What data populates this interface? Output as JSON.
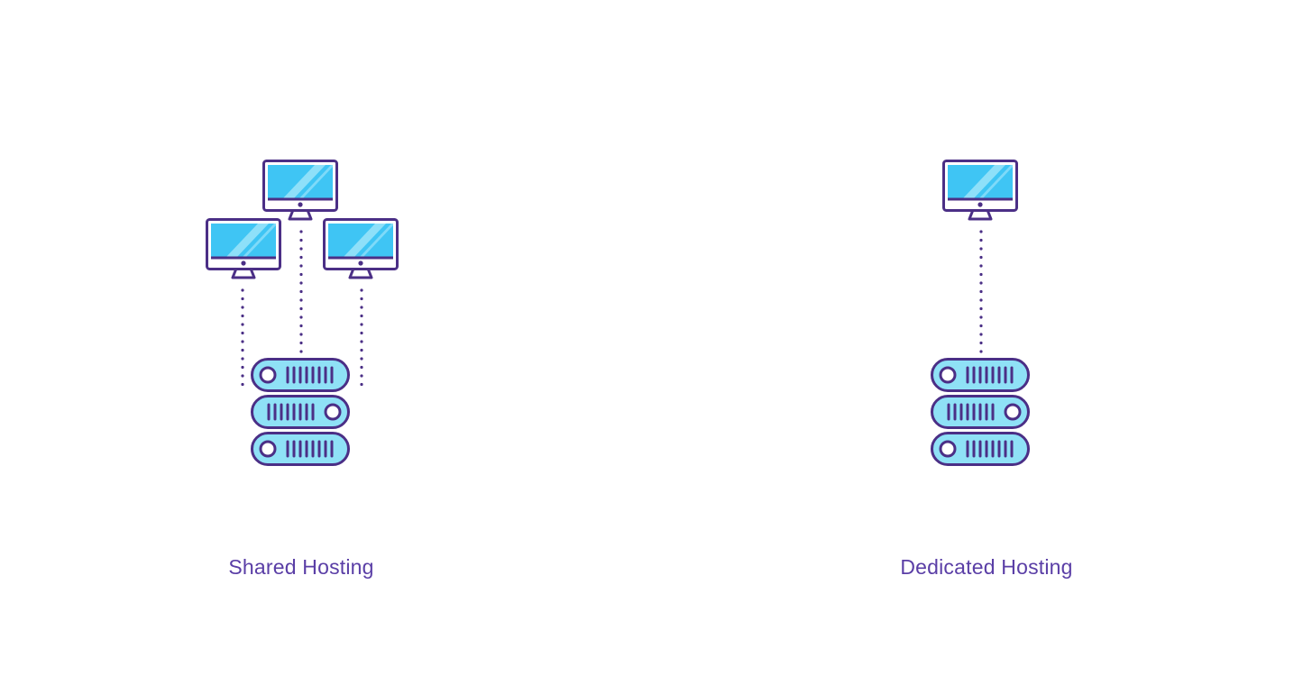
{
  "colors": {
    "outline": "#4b2f86",
    "screen": "#3fc5f4",
    "screen_shine": "#a9e8fb",
    "server_fill": "#8fe1f6",
    "label": "#5a3ea6",
    "background": "#ffffff"
  },
  "icons": {
    "computer": "desktop-monitor-icon",
    "server": "server-rack-icon",
    "connection": "dotted-connection-line"
  },
  "diagrams": {
    "shared": {
      "label": "Shared Hosting",
      "monitor_count": 3
    },
    "dedicated": {
      "label": "Dedicated Hosting",
      "monitor_count": 1
    }
  }
}
